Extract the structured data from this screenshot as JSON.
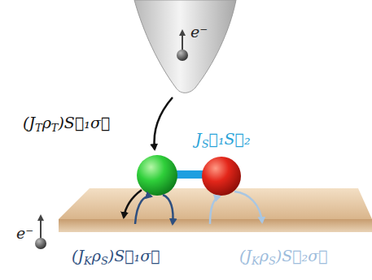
{
  "diagram": {
    "labels": [
      "e⁻",
      "(JTρT)S⃗₁σ⃗",
      "JS⃗₁S⃗₂",
      "e⁻",
      "(JKρS)S⃗₁σ⃗",
      "(JKρS)S⃗₂σ⃗"
    ]
  }
}
